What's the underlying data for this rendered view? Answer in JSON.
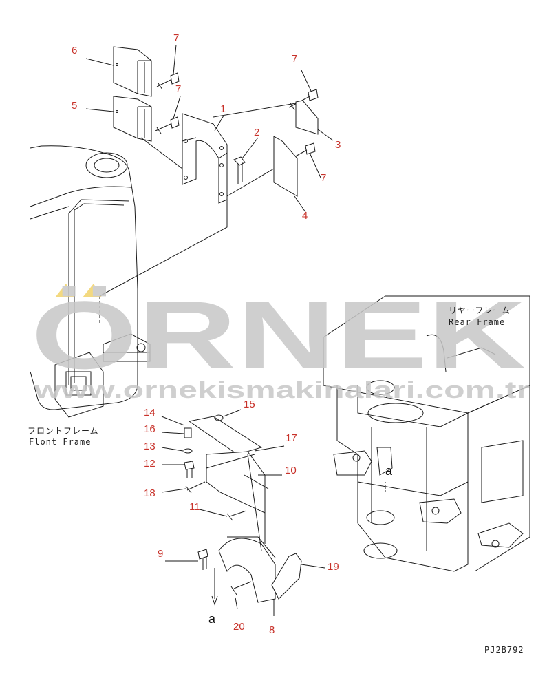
{
  "watermark": {
    "brand": "ÖRNEK",
    "url": "www.ornekismakinalari.com.tr",
    "color": "#c7c7c7",
    "accent": "#f2d36a"
  },
  "frames": {
    "rear_jp": "リヤーフレーム",
    "rear_en": "Rear Frame",
    "front_jp": "フロントフレーム",
    "front_en": "Flont Frame"
  },
  "view_marks": {
    "a_top": "a",
    "a_bottom": "a"
  },
  "drawing_code": "PJ2B792",
  "callout_color": "#c8322a",
  "callouts": {
    "c1": "1",
    "c2": "2",
    "c3": "3",
    "c4": "4",
    "c5": "5",
    "c6": "6",
    "c7a": "7",
    "c7b": "7",
    "c7c": "7",
    "c7d": "7",
    "c8": "8",
    "c9": "9",
    "c10": "10",
    "c11": "11",
    "c12": "12",
    "c13": "13",
    "c14": "14",
    "c15": "15",
    "c16": "16",
    "c17": "17",
    "c18": "18",
    "c19": "19",
    "c20": "20"
  }
}
